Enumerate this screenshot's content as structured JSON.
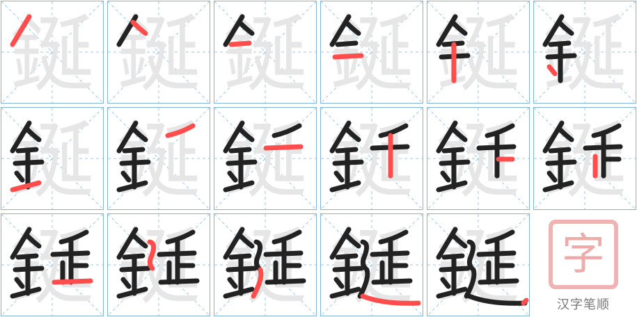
{
  "character": "鋋",
  "cells": [
    {
      "step": 1
    },
    {
      "step": 2
    },
    {
      "step": 3
    },
    {
      "step": 4
    },
    {
      "step": 5
    },
    {
      "step": 6
    },
    {
      "step": 7
    },
    {
      "step": 8
    },
    {
      "step": 9
    },
    {
      "step": 10
    },
    {
      "step": 11
    },
    {
      "step": 12
    },
    {
      "step": 13
    },
    {
      "step": 14
    },
    {
      "step": 15
    },
    {
      "step": 16
    },
    {
      "step": 17
    }
  ],
  "colors": {
    "done": "#222222",
    "current": "#ff4d4d",
    "ghost": "#e6e6e6",
    "guide": "#9cc6e6",
    "border": "#7fb3d9"
  },
  "logo": {
    "seal_glyph": "字",
    "caption": "汉字笔顺"
  }
}
